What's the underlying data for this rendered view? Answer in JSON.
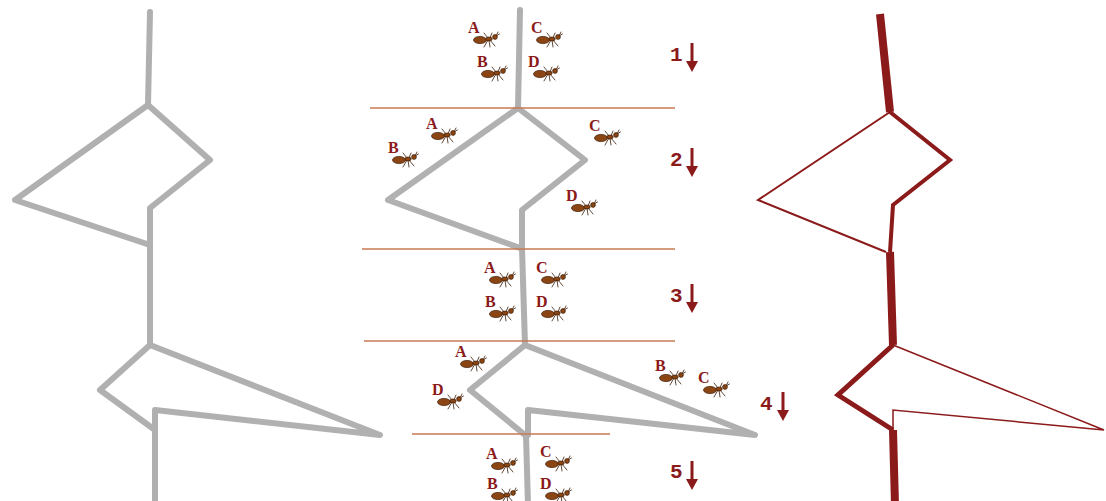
{
  "diagram": {
    "labels": [
      "A",
      "C",
      "B",
      "D",
      "1",
      "A",
      "B",
      "C",
      "D",
      "2",
      "A",
      "C",
      "B",
      "D",
      "3",
      "A",
      "D",
      "B",
      "C",
      "4",
      "A",
      "C",
      "B",
      "D",
      "5"
    ]
  }
}
